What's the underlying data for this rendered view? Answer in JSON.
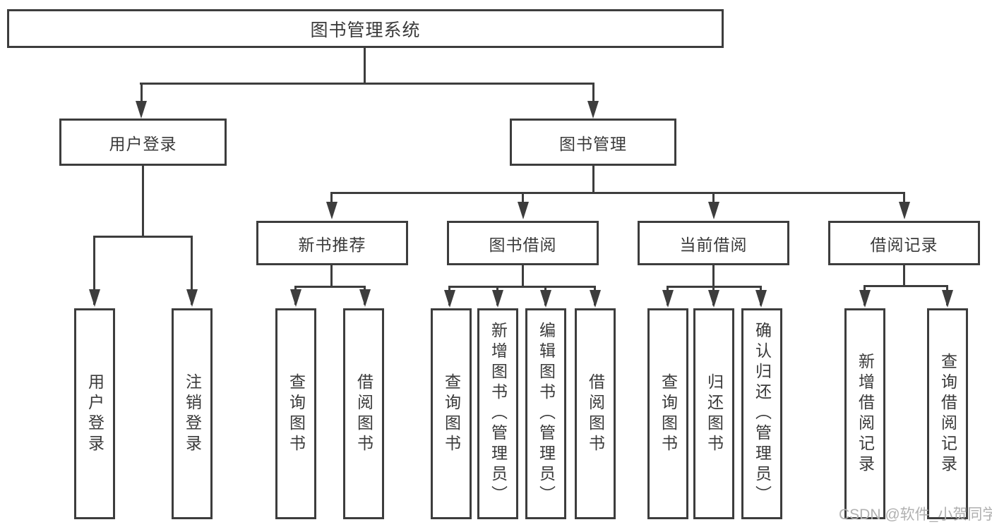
{
  "colors": {
    "line": "#3d3d3d",
    "text": "#3a3a3a",
    "background": "#ffffff",
    "watermark_text": "#b0b0b0"
  },
  "watermark": "CSDN @软件_小贺同学",
  "tree": {
    "root": {
      "label": "图书管理系统"
    },
    "children": [
      {
        "label": "用户登录",
        "children": [
          {
            "label": "用户登录"
          },
          {
            "label": "注销登录"
          }
        ]
      },
      {
        "label": "图书管理",
        "children": [
          {
            "label": "新书推荐",
            "children": [
              {
                "label": "查询图书"
              },
              {
                "label": "借阅图书"
              }
            ]
          },
          {
            "label": "图书借阅",
            "children": [
              {
                "label": "查询图书"
              },
              {
                "label": "新增图书（管理员）"
              },
              {
                "label": "编辑图书（管理员）"
              },
              {
                "label": "借阅图书"
              }
            ]
          },
          {
            "label": "当前借阅",
            "children": [
              {
                "label": "查询图书"
              },
              {
                "label": "归还图书"
              },
              {
                "label": "确认归还（管理员）"
              }
            ]
          },
          {
            "label": "借阅记录",
            "children": [
              {
                "label": "新增借阅记录"
              },
              {
                "label": "查询借阅记录"
              }
            ]
          }
        ]
      }
    ]
  }
}
